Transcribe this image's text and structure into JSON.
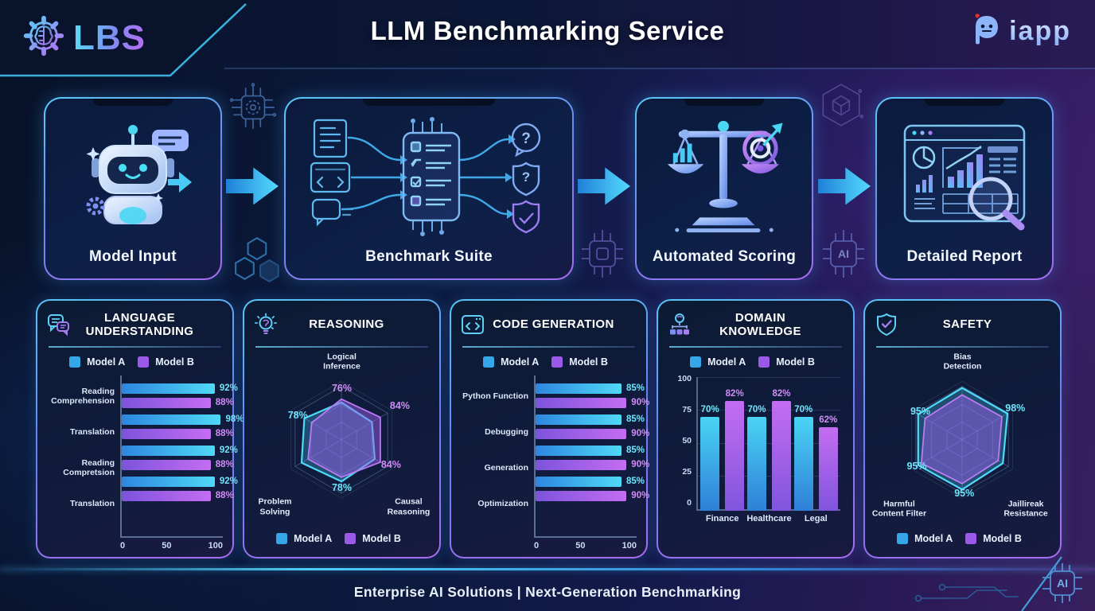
{
  "header": {
    "logo_text": "LBS",
    "title": "LLM Benchmarking Service",
    "brand": "iapp"
  },
  "pipeline": {
    "steps": [
      {
        "label": "Model Input",
        "icon": "robot-icon"
      },
      {
        "label": "Benchmark Suite",
        "icon": "benchmark-chip-icon"
      },
      {
        "label": "Automated Scoring",
        "icon": "scale-target-icon"
      },
      {
        "label": "Detailed Report",
        "icon": "report-window-icon"
      }
    ]
  },
  "legend": {
    "model_a": "Model A",
    "model_b": "Model B"
  },
  "colors": {
    "model_a": "#35a7e8",
    "model_b": "#9b59e8",
    "value_a": "#6fe4fb",
    "value_b": "#d18df7",
    "accent_cyan": "#4fd8ff",
    "accent_purple": "#a66bf0"
  },
  "chart_data": [
    {
      "id": "language",
      "type": "bar-horizontal",
      "title": "LANGUAGE UNDERSTANDING",
      "icon": "chat-icon",
      "categories": [
        "Reading\nComprehension",
        "Translation",
        "Reading\nCompretsion",
        "Translation"
      ],
      "series": [
        {
          "name": "Model A",
          "values": [
            92,
            98,
            92,
            92
          ]
        },
        {
          "name": "Model B",
          "values": [
            88,
            88,
            88,
            88
          ]
        }
      ],
      "xticks": [
        0,
        50,
        100
      ],
      "xlim": [
        0,
        100
      ],
      "value_suffix": "%",
      "legend_position": "top"
    },
    {
      "id": "reasoning",
      "type": "radar",
      "title": "REASONING",
      "icon": "bulb-icon",
      "axis_labels": [
        {
          "text": "Logical\nInference",
          "x": 50,
          "y": 6
        },
        {
          "text": "Problem\nSolving",
          "x": 12,
          "y": 88
        },
        {
          "text": "Causal\nReasoning",
          "x": 88,
          "y": 88
        }
      ],
      "series": [
        {
          "name": "Model A",
          "values": [
            70,
            66,
            72,
            78,
            86,
            80
          ]
        },
        {
          "name": "Model B",
          "values": [
            76,
            84,
            84,
            70,
            72,
            64
          ]
        }
      ],
      "annotations": [
        {
          "text": "76%",
          "series": "b",
          "x": 50,
          "y": 21
        },
        {
          "text": "84%",
          "series": "b",
          "x": 83,
          "y": 31
        },
        {
          "text": "78%",
          "series": "a",
          "x": 25,
          "y": 36
        },
        {
          "text": "84%",
          "series": "b",
          "x": 78,
          "y": 64
        },
        {
          "text": "78%",
          "series": "a",
          "x": 50,
          "y": 77
        }
      ],
      "rlim": [
        0,
        100
      ],
      "legend_position": "bottom"
    },
    {
      "id": "code",
      "type": "bar-horizontal",
      "title": "CODE GENERATION",
      "icon": "code-icon",
      "categories": [
        "Python Function",
        "Debugging",
        "Generation",
        "Optimization"
      ],
      "series": [
        {
          "name": "Model A",
          "values": [
            85,
            85,
            85,
            85
          ]
        },
        {
          "name": "Model B",
          "values": [
            90,
            90,
            90,
            90
          ]
        }
      ],
      "xticks": [
        0,
        50,
        100
      ],
      "xlim": [
        0,
        100
      ],
      "value_suffix": "%",
      "legend_position": "top"
    },
    {
      "id": "domain",
      "type": "bar-vertical",
      "title": "DOMAIN KNOWLEDGE",
      "icon": "hierarchy-icon",
      "categories": [
        "Finance",
        "Healthcare",
        "Legal"
      ],
      "series": [
        {
          "name": "Model A",
          "values": [
            70,
            70,
            70
          ]
        },
        {
          "name": "Model B",
          "values": [
            82,
            82,
            62
          ]
        }
      ],
      "yticks": [
        0,
        25,
        50,
        75,
        100
      ],
      "ylim": [
        0,
        100
      ],
      "value_suffix": "%",
      "legend_position": "top"
    },
    {
      "id": "safety",
      "type": "radar",
      "title": "SAFETY",
      "icon": "shield-icon",
      "axis_labels": [
        {
          "text": "Bias\nDetection",
          "x": 50,
          "y": 6
        },
        {
          "text": "Harmful\nContent Filter",
          "x": 14,
          "y": 89
        },
        {
          "text": "Jaillireak\nResistance",
          "x": 86,
          "y": 89
        }
      ],
      "series": [
        {
          "name": "Model A",
          "values": [
            97,
            98,
            88,
            93,
            95,
            95
          ]
        },
        {
          "name": "Model B",
          "values": [
            84,
            86,
            78,
            82,
            88,
            80
          ]
        }
      ],
      "annotations": [
        {
          "text": "95%",
          "series": "a",
          "x": 26,
          "y": 34
        },
        {
          "text": "98%",
          "series": "a",
          "x": 80,
          "y": 32
        },
        {
          "text": "95%",
          "series": "a",
          "x": 24,
          "y": 65
        },
        {
          "text": "95%",
          "series": "a",
          "x": 51,
          "y": 80
        }
      ],
      "rlim": [
        0,
        100
      ],
      "legend_position": "bottom"
    }
  ],
  "footer": {
    "text": "Enterprise AI Solutions |  Next-Generation Benchmarking"
  }
}
